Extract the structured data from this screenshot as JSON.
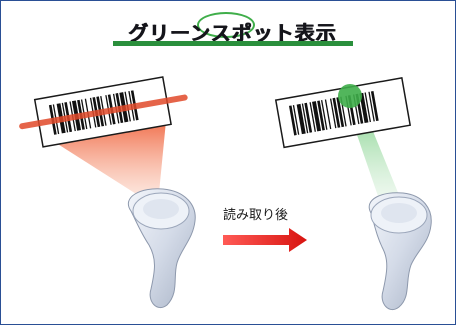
{
  "title": "グリーンスポット表示",
  "arrow_label": "読み取り後",
  "colors": {
    "border": "#2a4f95",
    "title_underline": "#2a8f3c",
    "laser_red": "#e14a2a",
    "green_spot": "#3fae4a",
    "arrow_red": "#e52420"
  },
  "icons": [
    "barcode-label",
    "handheld-scanner",
    "laser-beam",
    "green-spot",
    "right-arrow"
  ]
}
